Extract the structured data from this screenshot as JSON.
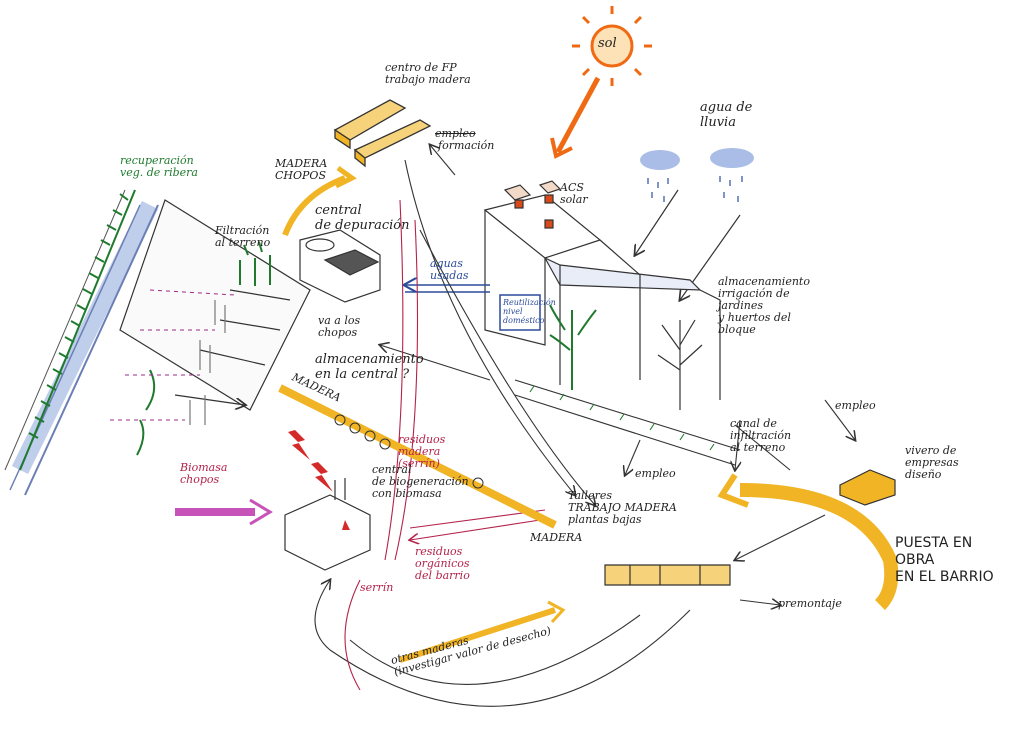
{
  "colors": {
    "ink": "#222222",
    "wood": "#f0b425",
    "sun": "#ef6a12",
    "water": "#8aa6d8",
    "vegetation": "#1f7a2e",
    "waste": "#b4234a",
    "biomass": "#c653b7"
  },
  "labels": {
    "sol": "sol",
    "centro_fp": "centro de FP\ntrabajo madera",
    "formacion_struck": "empleo",
    "formacion": "formación",
    "agua_lluvia": "agua de\nlluvia",
    "acs_solar": "ACS\nsolar",
    "recuperacion": "recuperación\nveg. de ribera",
    "madera_chopos": "MADERA\nCHOPOS",
    "filtracion": "Filtración\nal terreno",
    "central_depuracion": "central\nde depuración",
    "aguas_usadas": "aguas\nusadas",
    "reutilizacion": "Reutilización\nnivel\ndoméstico",
    "almacenamiento_riego": "almacenamiento\nirrigación de\njardines\ny huertos del\nbloque",
    "va_chopos": "va a los\nchopos",
    "almacenamiento_central": "almacenamiento\nen la central ?",
    "madera_band": "MADERA",
    "residuos_madera": "residuos\nmadera\n(serrín)",
    "central_biogeneracion": "central\nde biogeneración\ncon biomasa",
    "biomasa_chopos": "Biomasa\nchopos",
    "residuos_organicos": "residuos\norgánicos\ndel barrio",
    "serrin": "serrín",
    "madera_label": "MADERA",
    "talleres": "Talleres\nTRABAJO MADERA\nplantas bajas",
    "empleo_1": "empleo",
    "canal_infiltracion": "canal de\ninfiltración\nal terreno",
    "empleo_2": "empleo",
    "vivero": "vivero de\nempresas\ndiseño",
    "puesta_en_obra": "PUESTA EN\nOBRA\nEN EL BARRIO",
    "premontaje": "premontaje",
    "otras_maderas": "otras maderas\n(investigar valor de desecho)"
  }
}
